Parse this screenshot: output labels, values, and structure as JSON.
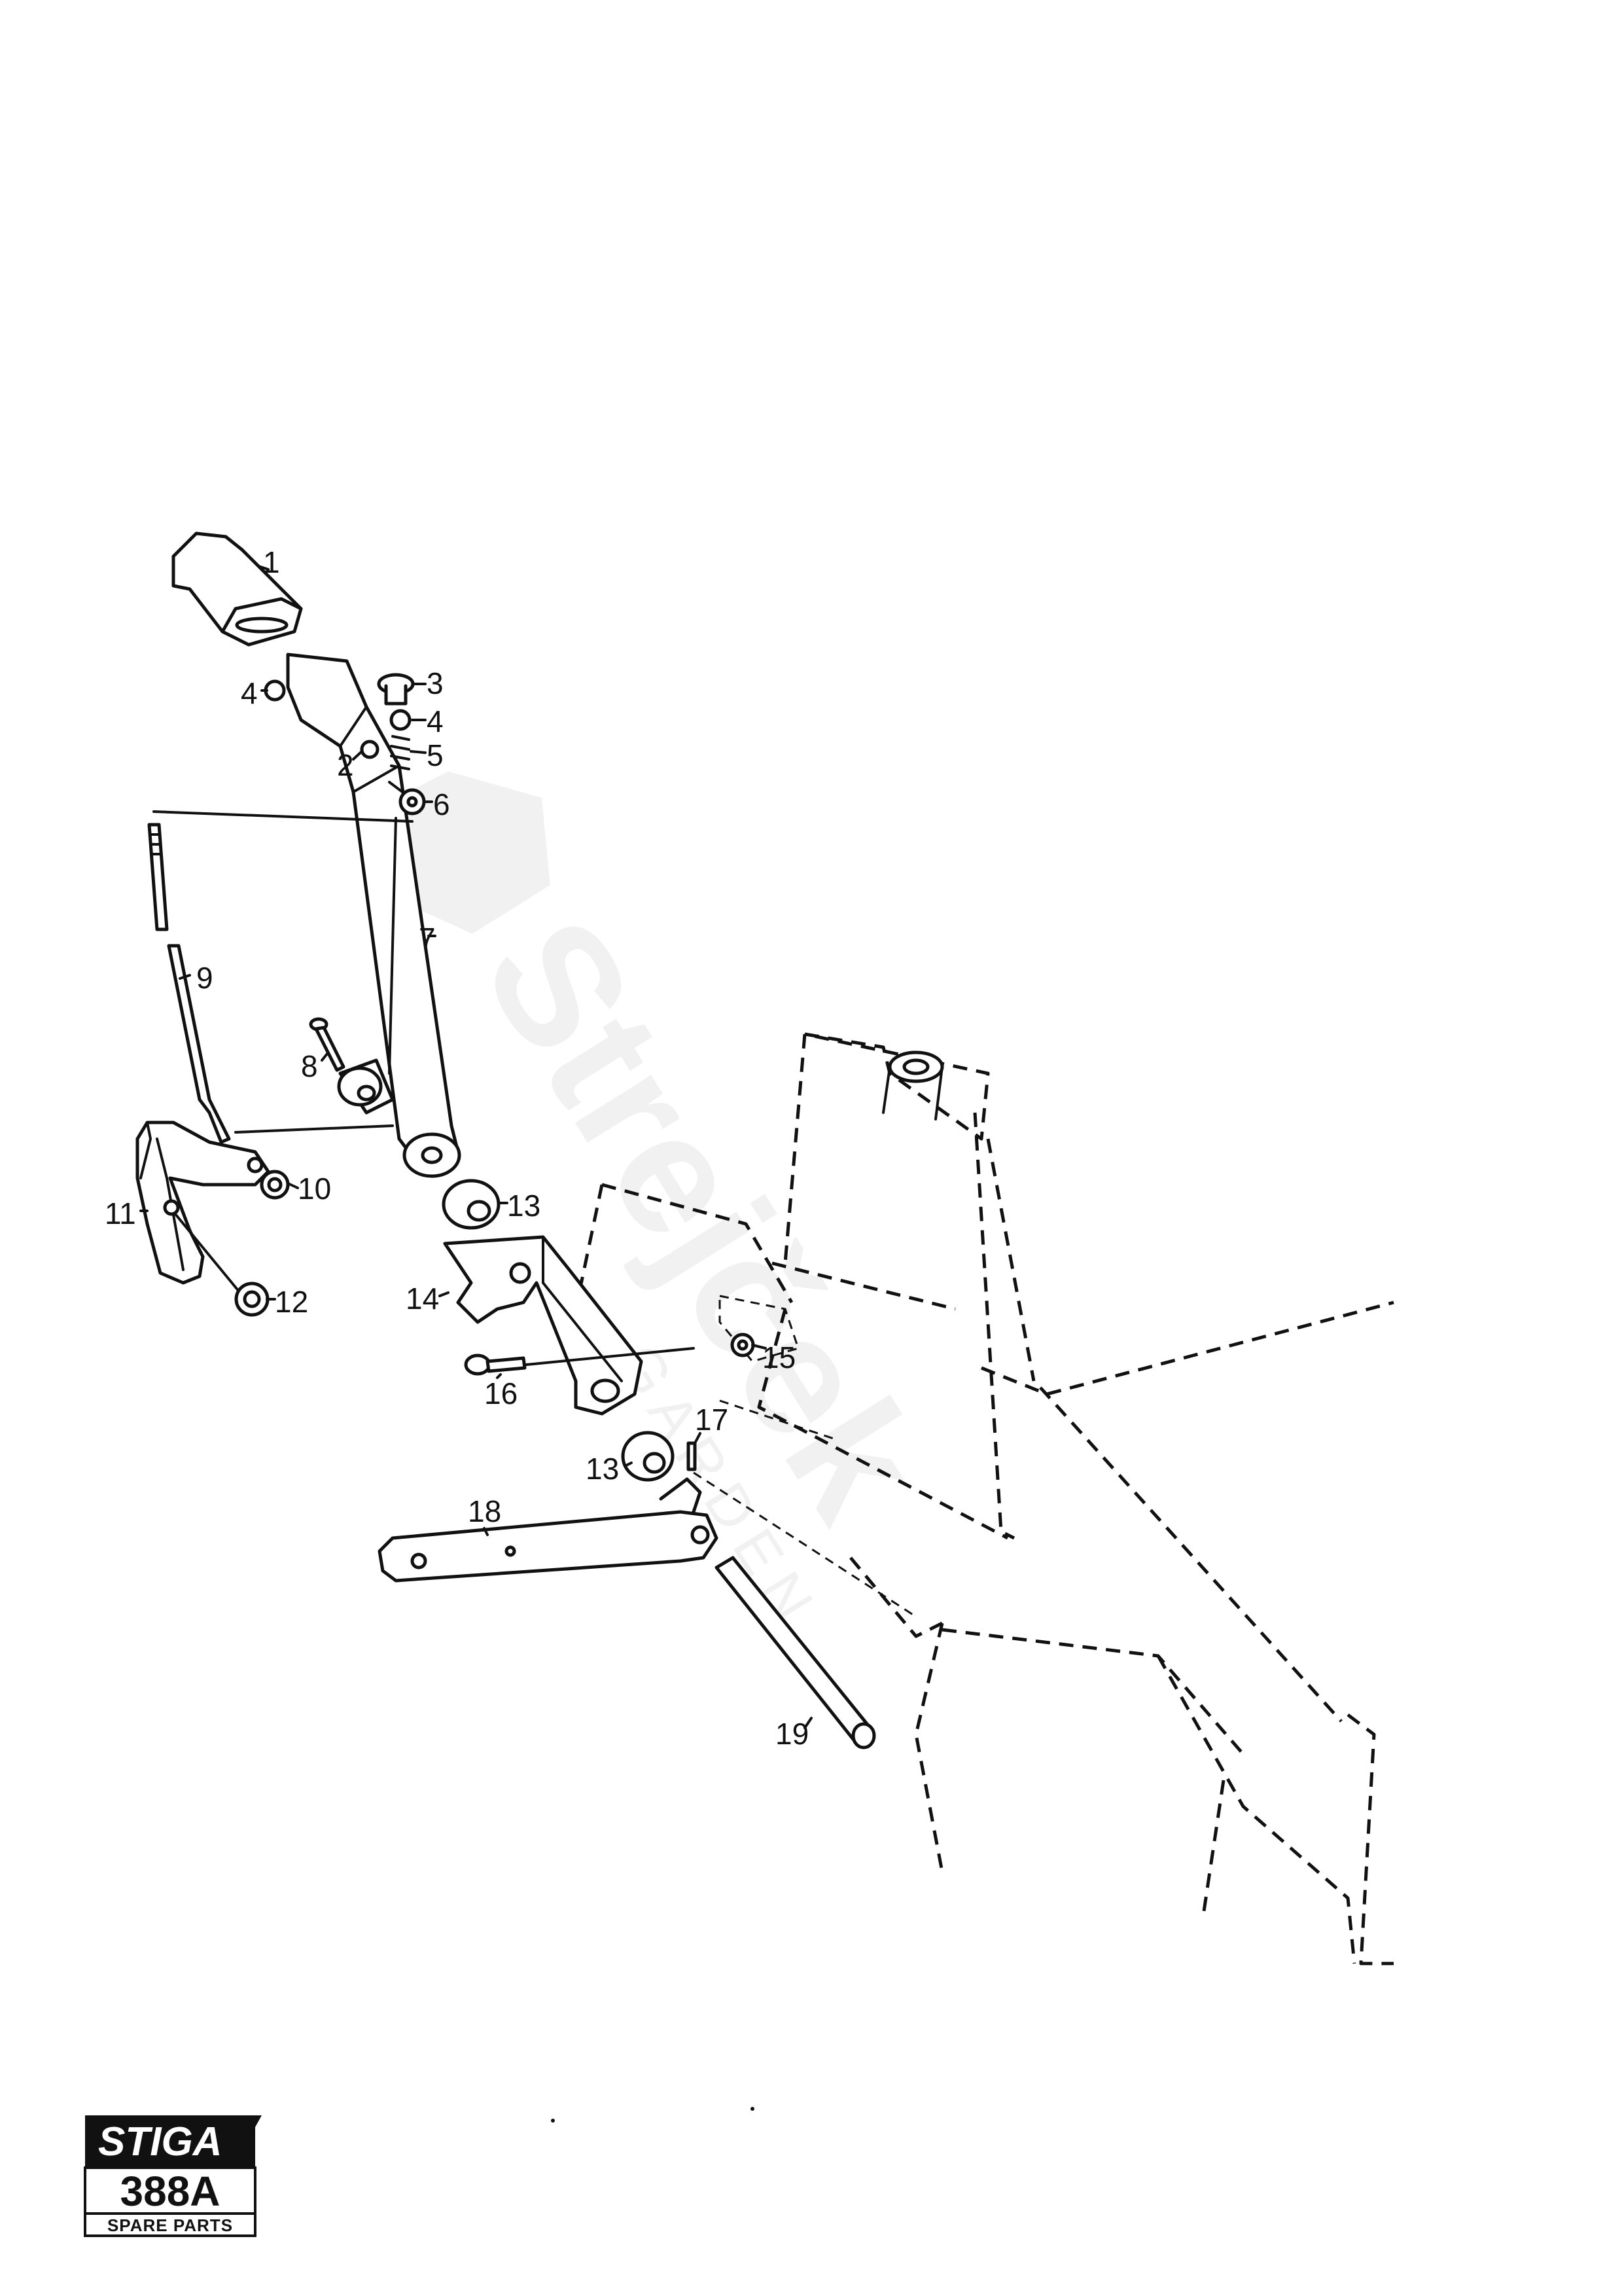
{
  "watermark": {
    "brand": "Strejček",
    "sub": "GARDEN"
  },
  "logo": {
    "brand": "STIGA",
    "model": "388A",
    "subtitle": "SPARE PARTS"
  },
  "callouts": [
    {
      "id": "c1",
      "text": "1"
    },
    {
      "id": "c2",
      "text": "2"
    },
    {
      "id": "c3",
      "text": "3"
    },
    {
      "id": "c4a",
      "text": "4"
    },
    {
      "id": "c4b",
      "text": "4"
    },
    {
      "id": "c5",
      "text": "5"
    },
    {
      "id": "c6",
      "text": "6"
    },
    {
      "id": "c7",
      "text": "7"
    },
    {
      "id": "c8",
      "text": "8"
    },
    {
      "id": "c9",
      "text": "9"
    },
    {
      "id": "c10",
      "text": "10"
    },
    {
      "id": "c11",
      "text": "11"
    },
    {
      "id": "c12",
      "text": "12"
    },
    {
      "id": "c13a",
      "text": "13"
    },
    {
      "id": "c13b",
      "text": "13"
    },
    {
      "id": "c14",
      "text": "14"
    },
    {
      "id": "c15",
      "text": "15"
    },
    {
      "id": "c16",
      "text": "16"
    },
    {
      "id": "c17",
      "text": "17"
    },
    {
      "id": "c18",
      "text": "18"
    },
    {
      "id": "c19",
      "text": "19"
    }
  ]
}
